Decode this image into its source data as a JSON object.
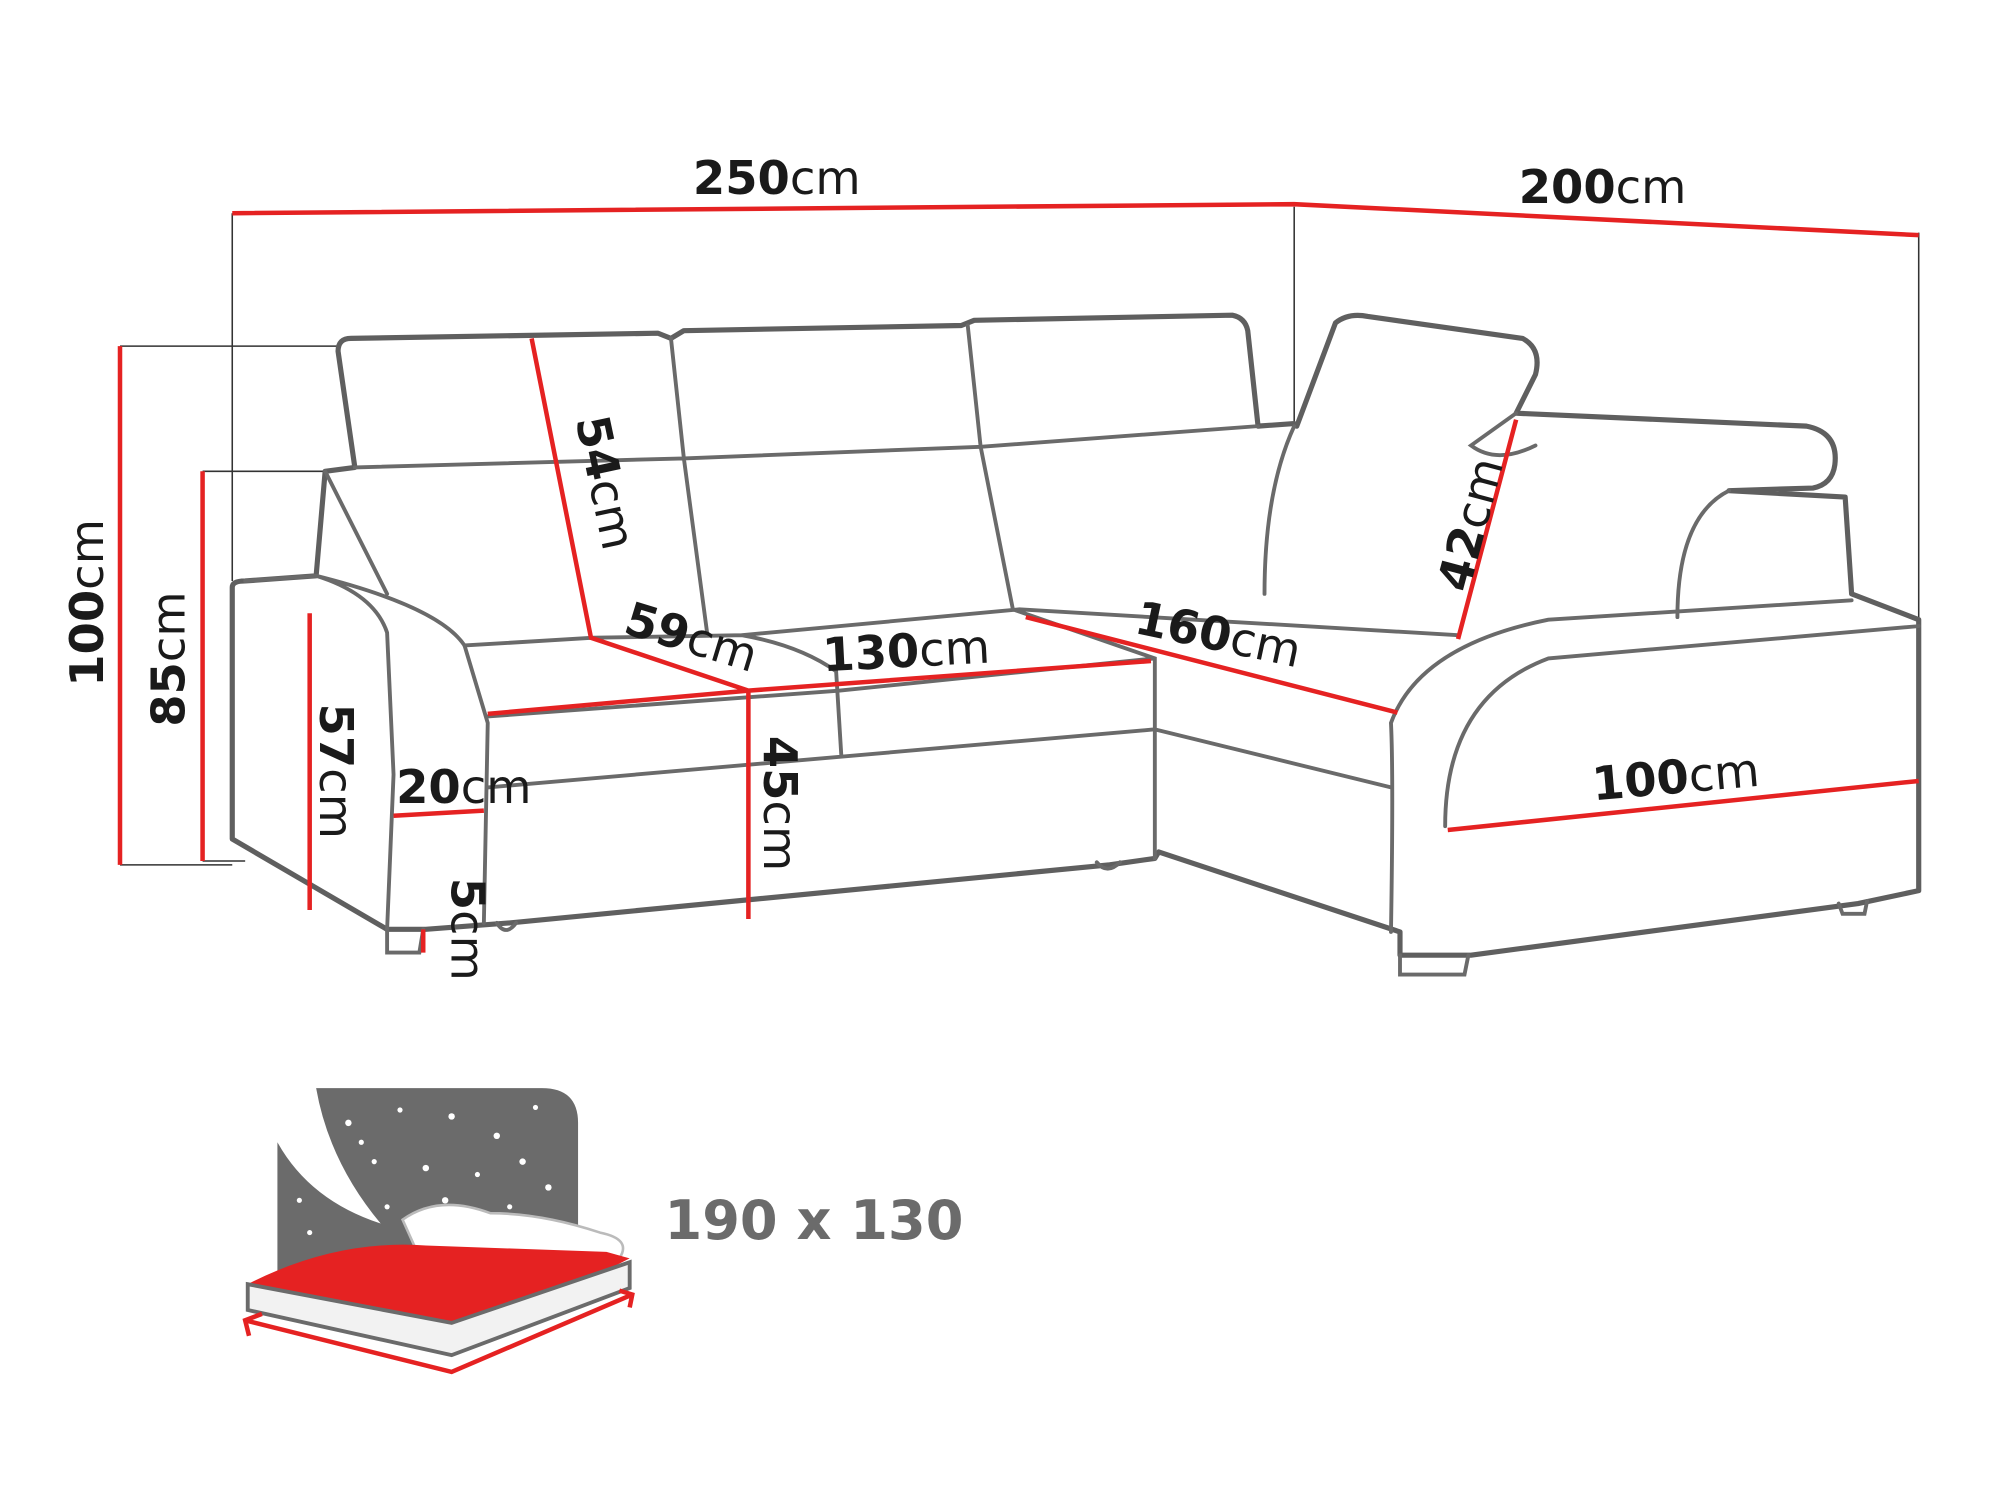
{
  "dimensions": {
    "total_width": {
      "value": "250",
      "unit": "cm"
    },
    "depth": {
      "value": "200",
      "unit": "cm"
    },
    "height": {
      "value": "100",
      "unit": "cm"
    },
    "back_height": {
      "value": "85",
      "unit": "cm"
    },
    "arm_height": {
      "value": "57",
      "unit": "cm"
    },
    "arm_width": {
      "value": "20",
      "unit": "cm"
    },
    "leg_height": {
      "value": "5",
      "unit": "cm"
    },
    "headrest_height": {
      "value": "54",
      "unit": "cm"
    },
    "seat_depth": {
      "value": "59",
      "unit": "cm"
    },
    "seat_width": {
      "value": "130",
      "unit": "cm"
    },
    "seat_height": {
      "value": "45",
      "unit": "cm"
    },
    "chaise_length": {
      "value": "160",
      "unit": "cm"
    },
    "chaise_back": {
      "value": "42",
      "unit": "cm"
    },
    "chaise_width": {
      "value": "100",
      "unit": "cm"
    }
  },
  "bed": {
    "size": "190 x 130",
    "icon": "bed-icon"
  },
  "colors": {
    "dimension_line": "#e52222",
    "outline": "#5f5f5f",
    "icon_gray": "#6b6b6b"
  }
}
